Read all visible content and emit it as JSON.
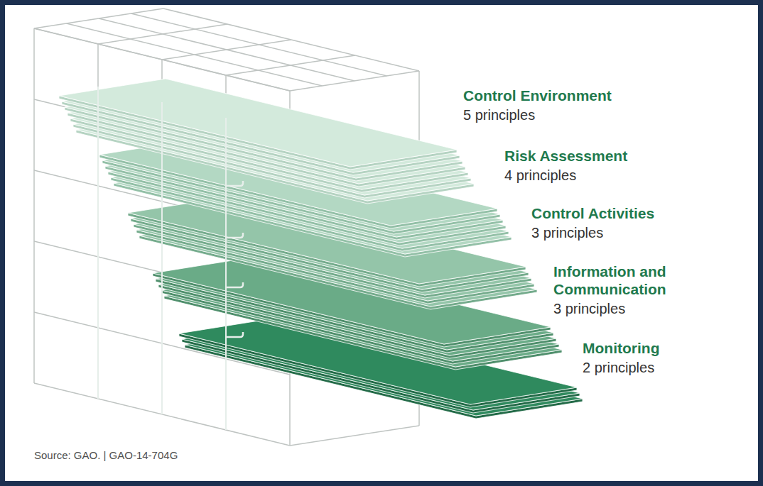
{
  "diagram": {
    "nodes": [
      {
        "text": [
          "Control Environment",
          "5 principles"
        ]
      },
      {
        "text": [
          "Risk Assessment",
          "4 principles"
        ]
      },
      {
        "text": [
          "Control Activities",
          "3 principles"
        ]
      },
      {
        "text": [
          "Information and Communication",
          "3 principles"
        ]
      },
      {
        "text": [
          "Monitoring",
          "2 principles"
        ]
      }
    ],
    "labels": [
      "Source: GAO. | GAO-14-704G"
    ]
  }
}
